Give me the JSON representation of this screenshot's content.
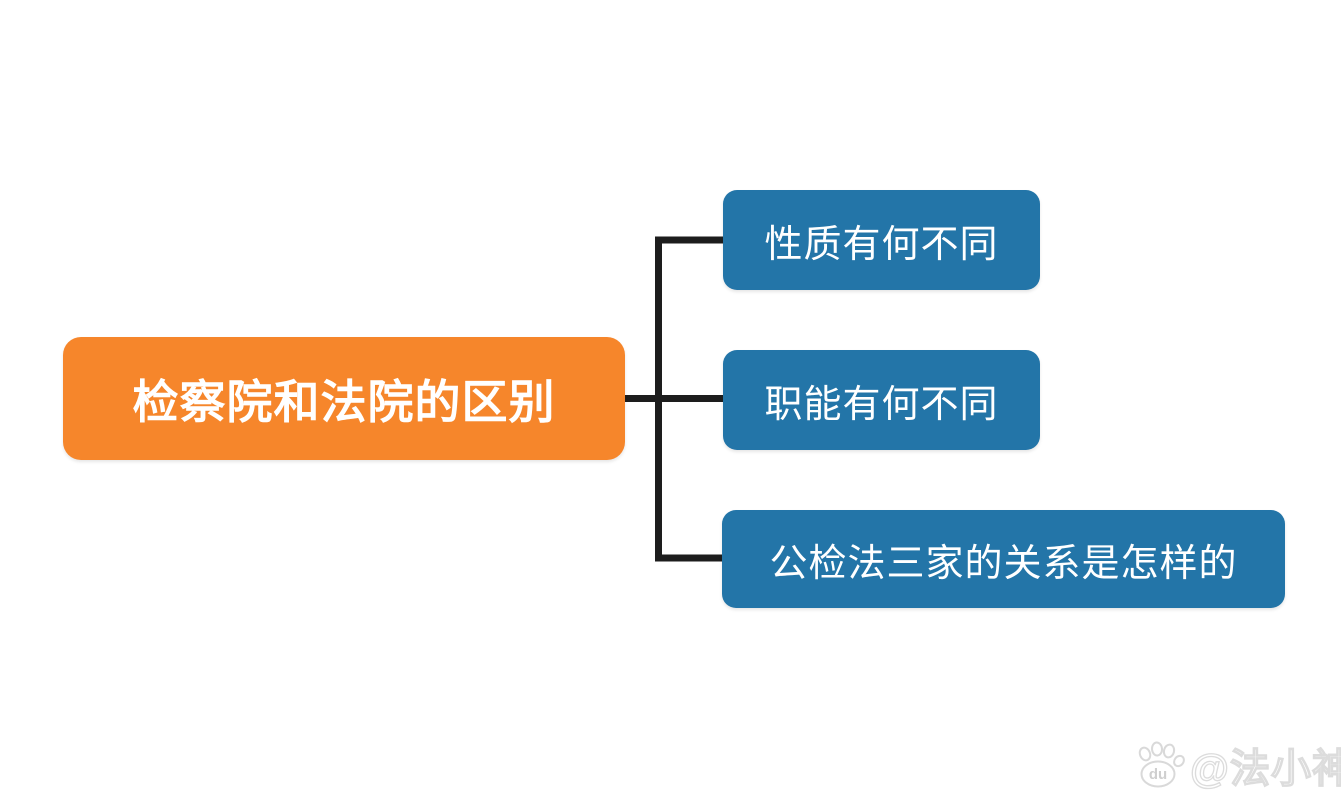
{
  "mindmap": {
    "root": {
      "label": "检察院和法院的区别"
    },
    "children": [
      {
        "label": "性质有何不同"
      },
      {
        "label": "职能有何不同"
      },
      {
        "label": "公检法三家的关系是怎样的"
      }
    ],
    "colors": {
      "background": "#FFFFFF",
      "root_bg": "#F6862B",
      "child_bg": "#2375A8",
      "connector": "#1D1D1D",
      "node_text": "#FFFFFF"
    }
  },
  "watermark": {
    "logo_icon": "baidu-paw-icon",
    "logo_text": "du",
    "text": "@法小神",
    "color": "#DCDCDC"
  }
}
